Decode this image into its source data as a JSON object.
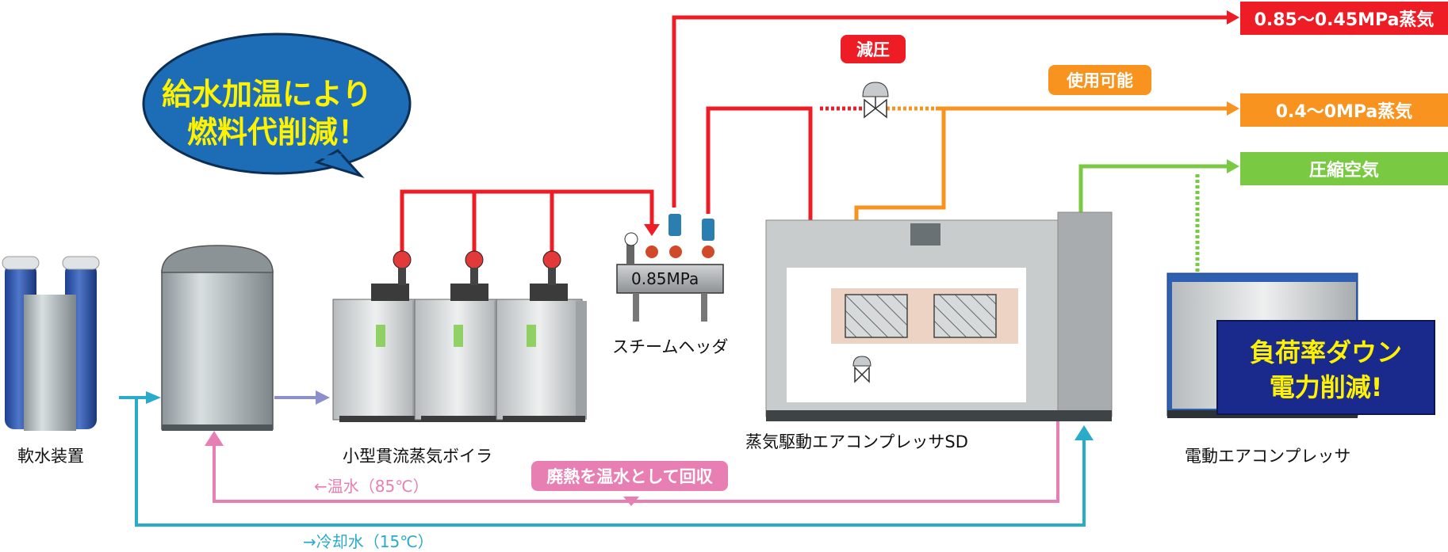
{
  "bubble": {
    "line1": "給水加温により",
    "line2": "燃料代削減！"
  },
  "outputs": {
    "high_steam": "0.85～0.45MPa蒸気",
    "low_steam": "0.4～0MPa蒸気",
    "compressed_air": "圧縮空気"
  },
  "tags": {
    "pressure_reduction": "減圧",
    "usable": "使用可能",
    "waste_heat": "廃熱を温水として回収"
  },
  "header": {
    "pressure": "0.85MPa"
  },
  "equipment": {
    "softener": "軟水装置",
    "boiler": "小型貫流蒸気ボイラ",
    "steam_header": "スチームヘッダ",
    "steam_compressor": "蒸気駆動エアコンプレッサSD",
    "electric_compressor": "電動エアコンプレッサ"
  },
  "flows": {
    "hot_water": "←温水（85℃）",
    "cooling_water": "→冷却水（15℃）"
  },
  "callout": {
    "line1": "負荷率ダウン",
    "line2": "電力削減!"
  },
  "colors": {
    "steam_high": "#ee1c24",
    "steam_low": "#f7931e",
    "air": "#7ac943",
    "hot_water": "#e87fb3",
    "cooling_water": "#29abc9",
    "bubble_blue": "#1c6db5",
    "callout_navy": "#1a2a8c"
  }
}
